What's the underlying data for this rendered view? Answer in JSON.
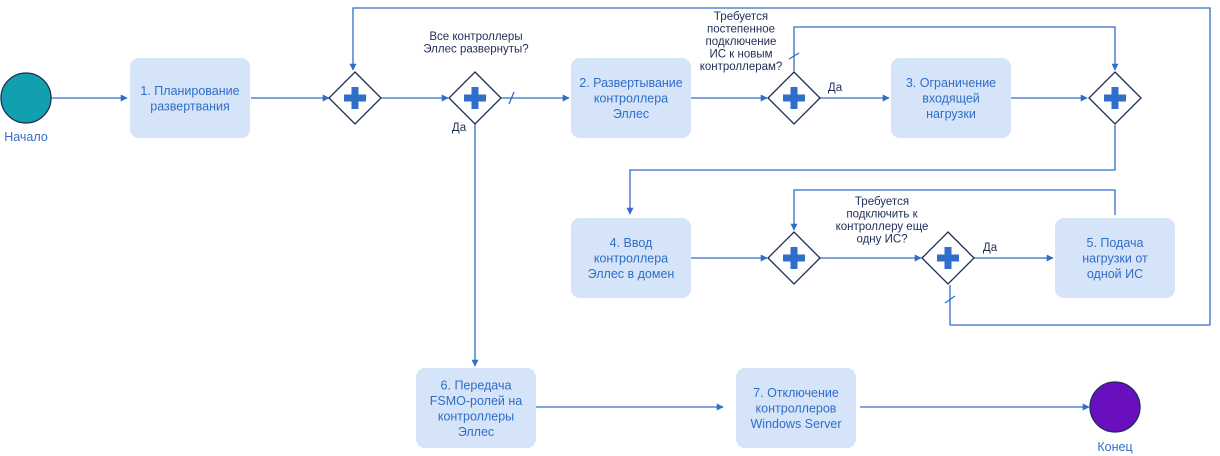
{
  "colors": {
    "flow": "#2f6ec9",
    "task_fill": "#d5e4f8",
    "task_text": "#2f6ec9",
    "gateway_stroke": "#1f2d57",
    "label_text": "#1f2d57",
    "start_fill": "#12a0ae",
    "end_fill": "#6a0fc0"
  },
  "events": {
    "start": {
      "label": "Начало"
    },
    "end": {
      "label": "Конец"
    }
  },
  "tasks": {
    "t1": {
      "lines": [
        "1. Планирование",
        "развертвания"
      ]
    },
    "t2": {
      "lines": [
        "2. Развертывание",
        "контроллера",
        "Эллес"
      ]
    },
    "t3": {
      "lines": [
        "3. Ограничение",
        "входящей",
        "нагрузки"
      ]
    },
    "t4": {
      "lines": [
        "4. Ввод",
        "контроллера",
        "Эллес в домен"
      ]
    },
    "t5": {
      "lines": [
        "5. Подача",
        "нагрузки от",
        "одной ИС"
      ]
    },
    "t6": {
      "lines": [
        "6. Передача",
        "FSMO-ролей на",
        "контроллеры",
        "Эллес"
      ]
    },
    "t7": {
      "lines": [
        "7. Отключение",
        "контроллеров",
        "Windows Server"
      ]
    }
  },
  "gateways": {
    "q1": {
      "lines": [
        "Все контроллеры",
        "Эллес развернуты?"
      ],
      "yes": "Да"
    },
    "q2": {
      "lines": [
        "Требуется",
        "постепенное",
        "подключение",
        "ИС к новым",
        "контроллерам?"
      ],
      "yes": "Да"
    },
    "q3": {
      "lines": [
        "Требуется",
        "подключить к",
        "контроллеру еще",
        "одну ИС?"
      ],
      "yes": "Да"
    }
  }
}
